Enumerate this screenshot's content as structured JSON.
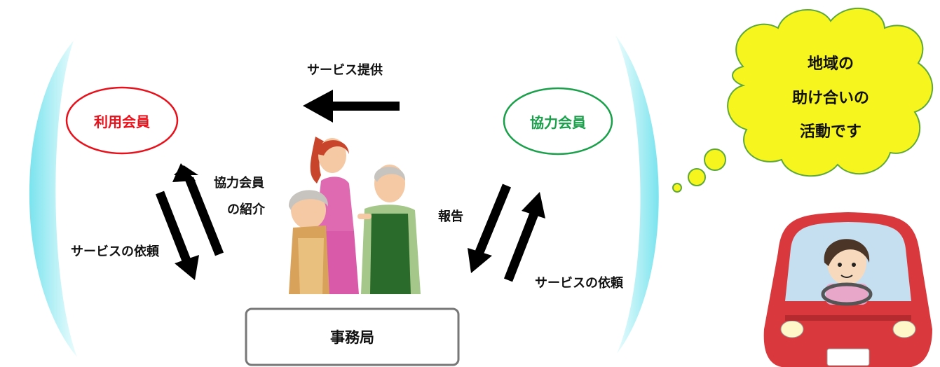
{
  "nodes": {
    "user_member": "利用会員",
    "helper_member": "協力会員",
    "office": "事務局"
  },
  "arrows": {
    "service_provision": "サービス提供",
    "introduce_line1": "協力会員",
    "introduce_line2": "の紹介",
    "service_request_left": "サービスの依頼",
    "report": "報告",
    "service_request_right": "サービスの依頼"
  },
  "thought_bubble": {
    "line1": "地域の",
    "line2": "助け合いの",
    "line3": "活動です"
  },
  "colors": {
    "user_member": "#e8101a",
    "helper_member": "#1aa04a",
    "bracket": "#8ff0f4",
    "bubble_fill": "#f6f51e",
    "bubble_stroke": "#5fa83a",
    "office_border": "#777777",
    "car_body": "#d9383c"
  },
  "icons": [
    "elderly-family-illustration",
    "car-driver-illustration"
  ]
}
